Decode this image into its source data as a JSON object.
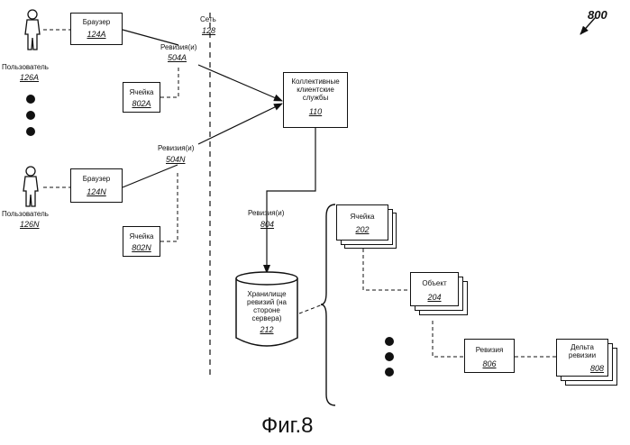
{
  "figure_number": "800",
  "caption": "Фиг.8",
  "network": {
    "label": "Сеть",
    "ref": "128"
  },
  "users": [
    {
      "label": "Пользователь",
      "ref": "126A"
    },
    {
      "label": "Пользователь",
      "ref": "126N"
    }
  ],
  "browsers": [
    {
      "label": "Браузер",
      "ref": "124A"
    },
    {
      "label": "Браузер",
      "ref": "124N"
    }
  ],
  "cells_left": [
    {
      "label": "Ячейка",
      "ref": "802A"
    },
    {
      "label": "Ячейка",
      "ref": "802N"
    }
  ],
  "revisions_left": [
    {
      "label": "Ревизия(и)",
      "ref": "504A"
    },
    {
      "label": "Ревизия(и)",
      "ref": "504N"
    }
  ],
  "services": {
    "line1": "Коллективные",
    "line2": "клиентские",
    "line3": "службы",
    "ref": "110"
  },
  "revisions_mid": {
    "label": "Ревизия(и)",
    "ref": "804"
  },
  "store": {
    "line1": "Хранилище",
    "line2": "ревизий (на",
    "line3": "стороне",
    "line4": "сервера)",
    "ref": "212"
  },
  "cell_right": {
    "label": "Ячейка",
    "ref": "202"
  },
  "object": {
    "label": "Объект",
    "ref": "204"
  },
  "revision": {
    "label": "Ревизия",
    "ref": "806"
  },
  "delta": {
    "line1": "Дельта",
    "line2": "ревизии",
    "ref": "808"
  }
}
